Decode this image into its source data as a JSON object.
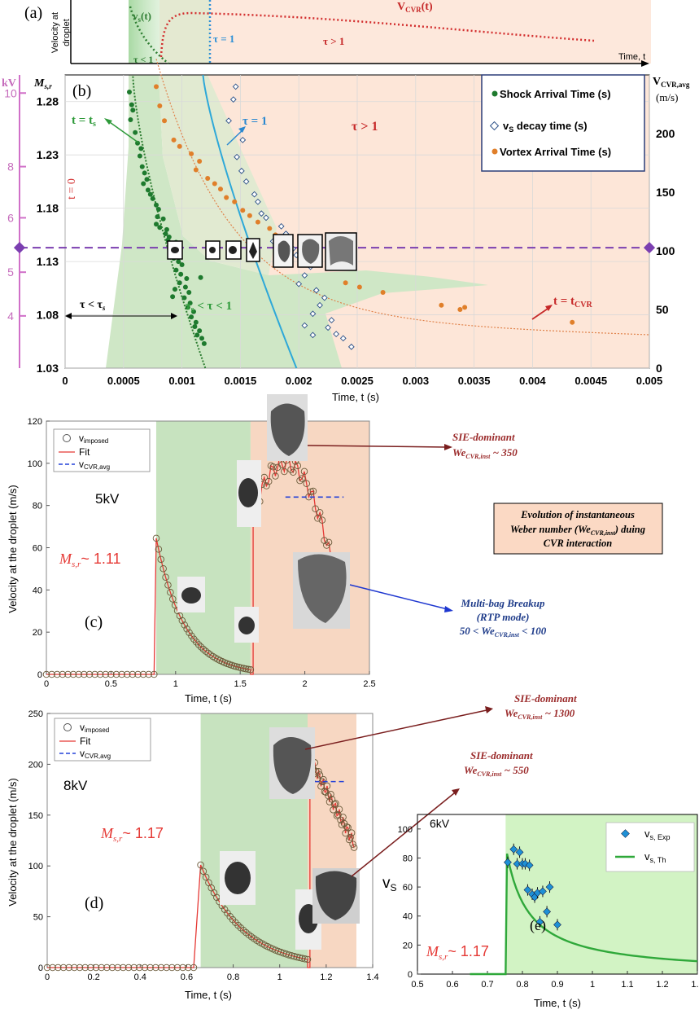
{
  "chart_data": [
    {
      "id": "a",
      "type": "line",
      "panel_label": "(a)",
      "ylabel": "Velocity at droplet",
      "xlabel": "Time, t",
      "annotations": {
        "vs": "v",
        "vs_sub": "s",
        "vs_tail": "(t)",
        "vcvr": "V",
        "vcvr_sub": "CVR",
        "vcvr_tail": "(t)",
        "tau_eq": "τ = 1",
        "tau_gt": "τ > 1",
        "tau_lt": "τ < 1"
      }
    },
    {
      "id": "b",
      "type": "scatter",
      "panel_label": "(b)",
      "xlabel": "Time, t (s)",
      "ylabel_left": "M",
      "ylabel_left_sub": "s,r",
      "ylabel_right": "V",
      "ylabel_right_sub": "CVR,avg",
      "ylabel_right_unit": "(m/s)",
      "kv_label": "kV",
      "kv_ticks": [
        {
          "label": "10",
          "m": 1.288
        },
        {
          "label": "8",
          "m": 1.219
        },
        {
          "label": "6",
          "m": 1.171
        },
        {
          "label": "5",
          "m": 1.12
        },
        {
          "label": "4",
          "m": 1.079
        }
      ],
      "xlim": [
        0,
        0.005
      ],
      "ylim": [
        1.03,
        1.305
      ],
      "y2lim": [
        0,
        250
      ],
      "xticks": [
        0,
        0.0005,
        0.001,
        0.0015,
        0.002,
        0.0025,
        0.003,
        0.0035,
        0.004,
        0.0045,
        0.005
      ],
      "xticklabels": [
        "0",
        "0.0005",
        "0.001",
        "0.0015",
        "0.002",
        "0.0025",
        "0.003",
        "0.0035",
        "0.004",
        "0.0045",
        "0.005"
      ],
      "yticks": [
        1.03,
        1.08,
        1.13,
        1.18,
        1.23,
        1.28
      ],
      "yticklabels": [
        "1.03",
        "1.08",
        "1.13",
        "1.18",
        "1.23",
        "1.28"
      ],
      "y2ticks": [
        0,
        50,
        100,
        150,
        200
      ],
      "legend": [
        "Shock Arrival Time (s)",
        "decay time (s)",
        "Vortex Arrival Time (s)"
      ],
      "legend_vs": "v",
      "legend_vs_sub": "S",
      "annotations": {
        "t0": "t = 0",
        "t_ts": "t = t",
        "t_ts_sub": "s",
        "tau1": "τ = 1",
        "tau_gt": "τ > 1",
        "tau_lt": "τ < τ",
        "tau_lt_sub": "s",
        "mid": "τ",
        "mid_sub": "s",
        "mid_tail": " < τ < 1",
        "tcvr": "t = t",
        "tcvr_sub": "CVR"
      },
      "dashed_level": 1.143,
      "series": [
        {
          "name": "Shock Arrival Time (s)",
          "color": "#1e7a2e",
          "points": [
            [
              0.00055,
              1.289
            ],
            [
              0.00057,
              1.277
            ],
            [
              0.00058,
              1.272
            ],
            [
              0.00056,
              1.263
            ],
            [
              0.0006,
              1.251
            ],
            [
              0.00062,
              1.241
            ],
            [
              0.00065,
              1.236
            ],
            [
              0.00064,
              1.229
            ],
            [
              0.00066,
              1.219
            ],
            [
              0.00068,
              1.213
            ],
            [
              0.0007,
              1.207
            ],
            [
              0.00067,
              1.203
            ],
            [
              0.00071,
              1.197
            ],
            [
              0.00073,
              1.193
            ],
            [
              0.00075,
              1.189
            ],
            [
              0.00078,
              1.183
            ],
            [
              0.0008,
              1.179
            ],
            [
              0.00079,
              1.172
            ],
            [
              0.00084,
              1.17
            ],
            [
              0.00078,
              1.165
            ],
            [
              0.00081,
              1.162
            ],
            [
              0.00087,
              1.16
            ],
            [
              0.00086,
              1.156
            ],
            [
              0.00089,
              1.153
            ],
            [
              0.00088,
              1.15
            ],
            [
              0.00095,
              1.148
            ],
            [
              0.00092,
              1.143
            ],
            [
              0.00098,
              1.14
            ],
            [
              0.00091,
              1.137
            ],
            [
              0.00093,
              1.133
            ],
            [
              0.00097,
              1.13
            ],
            [
              0.001,
              1.127
            ],
            [
              0.00095,
              1.122
            ],
            [
              0.00099,
              1.118
            ],
            [
              0.00104,
              1.114
            ],
            [
              0.00098,
              1.11
            ],
            [
              0.00103,
              1.106
            ],
            [
              0.00106,
              1.101
            ],
            [
              0.00102,
              1.096
            ],
            [
              0.00107,
              1.091
            ],
            [
              0.00105,
              1.087
            ],
            [
              0.0011,
              1.083
            ],
            [
              0.00108,
              1.078
            ],
            [
              0.00112,
              1.073
            ],
            [
              0.00111,
              1.069
            ],
            [
              0.00115,
              1.065
            ],
            [
              0.00113,
              1.061
            ],
            [
              0.00117,
              1.058
            ],
            [
              0.00119,
              1.053
            ],
            [
              0.00116,
              1.115
            ],
            [
              0.00094,
              1.104
            ],
            [
              0.00092,
              1.097
            ]
          ]
        },
        {
          "name": "decay time (s)",
          "color": "#2a4f86",
          "points": [
            [
              0.00146,
              1.294
            ],
            [
              0.00144,
              1.282
            ],
            [
              0.0014,
              1.262
            ],
            [
              0.00152,
              1.244
            ],
            [
              0.00147,
              1.228
            ],
            [
              0.00151,
              1.215
            ],
            [
              0.00155,
              1.205
            ],
            [
              0.00162,
              1.193
            ],
            [
              0.00165,
              1.186
            ],
            [
              0.00168,
              1.175
            ],
            [
              0.00172,
              1.171
            ],
            [
              0.00185,
              1.163
            ],
            [
              0.00189,
              1.156
            ],
            [
              0.00178,
              1.149
            ],
            [
              0.00195,
              1.142
            ],
            [
              0.00198,
              1.136
            ],
            [
              0.0021,
              1.125
            ],
            [
              0.00205,
              1.117
            ],
            [
              0.002,
              1.109
            ],
            [
              0.00215,
              1.103
            ],
            [
              0.00222,
              1.096
            ],
            [
              0.00218,
              1.089
            ],
            [
              0.00212,
              1.081
            ],
            [
              0.00228,
              1.075
            ],
            [
              0.00225,
              1.068
            ],
            [
              0.00232,
              1.062
            ],
            [
              0.00238,
              1.058
            ],
            [
              0.00245,
              1.05
            ],
            [
              0.00212,
              1.061
            ],
            [
              0.00205,
              1.07
            ]
          ]
        },
        {
          "name": "Vortex Arrival Time (s)",
          "color": "#e07f2a",
          "points": [
            [
              0.00078,
              1.294
            ],
            [
              0.00081,
              1.276
            ],
            [
              0.00085,
              1.262
            ],
            [
              0.00093,
              1.244
            ],
            [
              0.00098,
              1.238
            ],
            [
              0.00108,
              1.231
            ],
            [
              0.00115,
              1.224
            ],
            [
              0.00112,
              1.216
            ],
            [
              0.00122,
              1.208
            ],
            [
              0.00128,
              1.203
            ],
            [
              0.00133,
              1.198
            ],
            [
              0.00138,
              1.19
            ],
            [
              0.00145,
              1.186
            ],
            [
              0.00152,
              1.178
            ],
            [
              0.00158,
              1.173
            ],
            [
              0.00165,
              1.167
            ],
            [
              0.00175,
              1.161
            ],
            [
              0.0018,
              1.155
            ],
            [
              0.00185,
              1.15
            ],
            [
              0.0019,
              1.145
            ],
            [
              0.0021,
              1.129
            ],
            [
              0.0024,
              1.11
            ],
            [
              0.00252,
              1.106
            ],
            [
              0.00272,
              1.101
            ],
            [
              0.00322,
              1.089
            ],
            [
              0.00338,
              1.085
            ],
            [
              0.00342,
              1.087
            ],
            [
              0.00434,
              1.073
            ]
          ]
        }
      ]
    },
    {
      "id": "c",
      "type": "line",
      "panel_label": "(c)",
      "kv": "5kV",
      "ms": "M",
      "ms_sub": "s,r",
      "ms_val": "~ 1.11",
      "xlabel": "Time, t (s)",
      "ylabel": "Velocity at the droplet (m/s)",
      "xlim": [
        0,
        2.5
      ],
      "ylim": [
        0,
        120
      ],
      "xticks": [
        0,
        0.5,
        1,
        1.5,
        2,
        2.5
      ],
      "xticklabels": [
        "0",
        "0.5",
        "1",
        "1.5",
        "2",
        "2.5"
      ],
      "yticks": [
        0,
        20,
        40,
        60,
        80,
        100,
        120
      ],
      "legend": [
        {
          "name": "v",
          "sub": "imposed"
        },
        {
          "name": "Fit",
          "sub": ""
        },
        {
          "name": "v",
          "sub": "CVR,avg"
        }
      ],
      "vcvr_avg": 84,
      "vcvr_range": [
        1.85,
        2.3
      ],
      "bands": {
        "green": [
          0.85,
          1.58
        ],
        "orange": [
          1.58,
          2.5
        ]
      },
      "series": [
        {
          "name": "pre",
          "x_start": 0,
          "x_end": 0.84,
          "value": 0
        },
        {
          "name": "decay",
          "x_start": 0.85,
          "x_end": 1.58,
          "peak": 64.5,
          "end": 2.2
        },
        {
          "name": "cvr",
          "x_start": 1.6,
          "x_end": 2.22,
          "peak": 100,
          "peak_x": 1.85
        }
      ],
      "notes": [
        {
          "title": "SIE-dominant",
          "we": "We",
          "we_sub": "CVR,inst",
          "we_tail": " ~ 350"
        },
        {
          "title": "Multi-bag Breakup",
          "line2": "(RTP mode)",
          "we_pre": "50 < We",
          "we_sub": "CVR,inst",
          "we_tail": " < 100"
        }
      ],
      "box_lines": [
        "Evolution of instantaneous",
        "Weber number (We",
        "CVR,inst",
        ") duing",
        "CVR interaction"
      ]
    },
    {
      "id": "d",
      "type": "line",
      "panel_label": "(d)",
      "kv": "8kV",
      "ms": "M",
      "ms_sub": "s,r",
      "ms_val": "~ 1.17",
      "xlabel": "Time, t (s)",
      "ylabel": "Velocity at the droplet (m/s)",
      "xlim": [
        0,
        1.4
      ],
      "ylim": [
        0,
        250
      ],
      "xticks": [
        0,
        0.2,
        0.4,
        0.6,
        0.8,
        1,
        1.2,
        1.4
      ],
      "xticklabels": [
        "0",
        "0.2",
        "0.4",
        "0.6",
        "0.8",
        "1",
        "1.2",
        "1.4"
      ],
      "yticks": [
        0,
        50,
        100,
        150,
        200,
        250
      ],
      "legend": [
        {
          "name": "v",
          "sub": "imposed"
        },
        {
          "name": "Fit",
          "sub": ""
        },
        {
          "name": "v",
          "sub": "CVR,avg"
        }
      ],
      "vcvr_avg": 183,
      "vcvr_range": [
        1.15,
        1.28
      ],
      "bands": {
        "green": [
          0.66,
          1.12
        ],
        "orange": [
          1.12,
          1.33
        ]
      },
      "series": [
        {
          "name": "pre",
          "x_start": 0,
          "x_end": 0.65,
          "value": 0
        },
        {
          "name": "decay",
          "x_start": 0.66,
          "x_end": 1.12,
          "peak": 101,
          "end": 8
        },
        {
          "name": "cvr",
          "x_start": 1.13,
          "x_end": 1.32,
          "peak": 205,
          "end": 122
        }
      ],
      "notes": [
        {
          "title": "SIE-dominant",
          "we": "We",
          "we_sub": "CVR,inst",
          "we_tail": " ~ 1300"
        },
        {
          "title": "SIE-dominant",
          "we": "We",
          "we_sub": "CVR,inst",
          "we_tail": " ~ 550"
        }
      ]
    },
    {
      "id": "e",
      "type": "scatter",
      "panel_label": "(e)",
      "kv": "6kV",
      "ms": "M",
      "ms_sub": "s,r",
      "ms_val": "~ 1.17",
      "xlabel": "Time, t (s)",
      "ylabel": "v",
      "ylabel_sub": "S",
      "xlim": [
        0.5,
        1.3
      ],
      "ylim": [
        0,
        110
      ],
      "xticks": [
        0.5,
        0.6,
        0.7,
        0.8,
        0.9,
        1,
        1.1,
        1.2,
        1.3
      ],
      "xticklabels": [
        "0.5",
        "0.6",
        "0.7",
        "0.8",
        "0.9",
        "1",
        "1.1",
        "1.2",
        "1.3"
      ],
      "yticks": [
        0,
        20,
        40,
        60,
        80,
        100
      ],
      "legend": [
        {
          "name": "v",
          "sub": "s, Exp"
        },
        {
          "name": "v",
          "sub": "s, Th"
        }
      ],
      "series": [
        {
          "name": "s, Exp",
          "color": "#1e90d6",
          "points": [
            [
              0.758,
              77
            ],
            [
              0.775,
              86
            ],
            [
              0.785,
              76
            ],
            [
              0.792,
              84
            ],
            [
              0.8,
              76
            ],
            [
              0.808,
              76
            ],
            [
              0.815,
              58
            ],
            [
              0.82,
              75
            ],
            [
              0.828,
              55
            ],
            [
              0.835,
              53
            ],
            [
              0.843,
              56
            ],
            [
              0.85,
              36
            ],
            [
              0.858,
              57
            ],
            [
              0.87,
              43
            ],
            [
              0.878,
              60
            ],
            [
              0.9,
              34
            ]
          ]
        },
        {
          "name": "s, Th",
          "color": "#2fa83a",
          "onset": 0.752,
          "peak": 83
        }
      ]
    }
  ]
}
